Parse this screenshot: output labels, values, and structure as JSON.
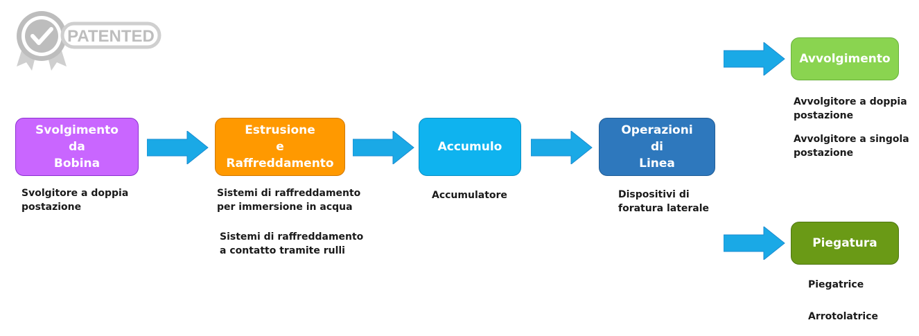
{
  "logo": {
    "text": "PATENTED"
  },
  "colors": {
    "arrow": "#1aa9e6",
    "svolgimento": "#c966ff",
    "estrusione": "#ff9900",
    "accumulo": "#0fb3ef",
    "operazioni": "#2e78bd",
    "avvolgimento": "#8ad450",
    "piegatura": "#6a9a16"
  },
  "boxes": {
    "svolgimento": [
      "Svolgimento",
      "da",
      "Bobina"
    ],
    "estrusione": [
      "Estrusione",
      "e",
      "Raffreddamento"
    ],
    "accumulo": [
      "Accumulo"
    ],
    "operazioni": [
      "Operazioni",
      "di",
      "Linea"
    ],
    "avvolgimento": [
      "Avvolgimento"
    ],
    "piegatura": [
      "Piegatura"
    ]
  },
  "captions": {
    "svolgimento": [
      [
        "Svolgitore a doppia",
        "postazione"
      ]
    ],
    "estrusione": [
      [
        "Sistemi di raffreddamento",
        "per immersione in acqua"
      ],
      [
        "Sistemi di raffreddamento",
        "a contatto tramite rulli"
      ]
    ],
    "accumulo": [
      [
        "Accumulatore"
      ]
    ],
    "operazioni": [
      [
        "Dispositivi di",
        "foratura laterale"
      ]
    ],
    "avvolgimento": [
      [
        "Avvolgitore a doppia",
        "postazione"
      ],
      [
        "Avvolgitore a singola",
        "postazione"
      ]
    ],
    "piegatura": [
      [
        "Piegatrice"
      ],
      [
        "Arrotolatrice"
      ]
    ]
  }
}
